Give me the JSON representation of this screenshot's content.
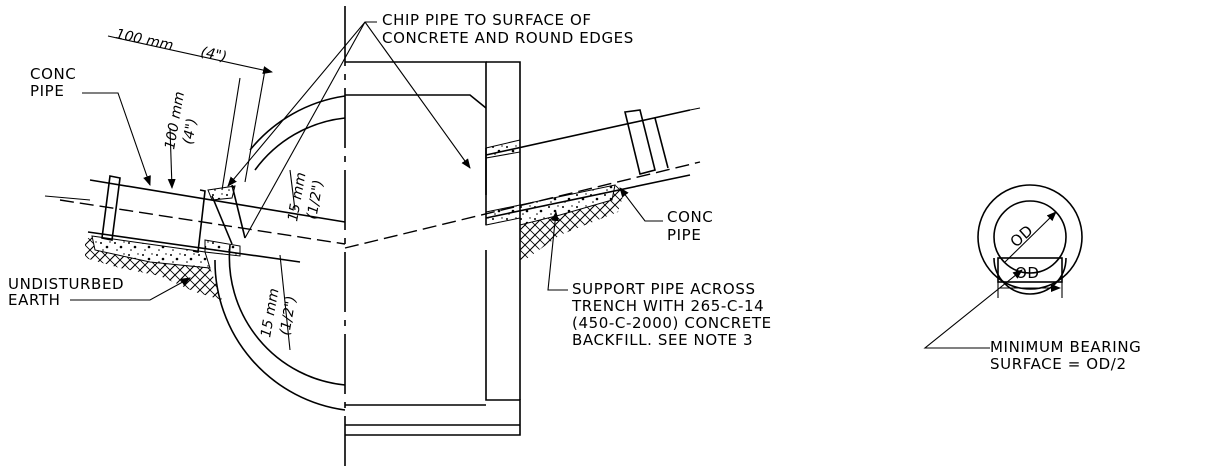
{
  "labels": {
    "chip_pipe_line1": "CHIP PIPE TO SURFACE OF",
    "chip_pipe_line2": "CONCRETE AND ROUND EDGES",
    "conc_pipe_left_line1": "CONC",
    "conc_pipe_left_line2": "PIPE",
    "conc_pipe_right_line1": "CONC",
    "conc_pipe_right_line2": "PIPE",
    "undisturbed_line1": "UNDISTURBED",
    "undisturbed_line2": "EARTH",
    "support_line1": "SUPPORT PIPE ACROSS",
    "support_line2": "TRENCH WITH 265-C-14",
    "support_line3": "(450-C-2000) CONCRETE",
    "support_line4": "BACKFILL.  SEE NOTE 3",
    "bearing_line1": "MINIMUM BEARING",
    "bearing_line2": "SURFACE = OD/2"
  },
  "dimensions": {
    "top_len_mm": "100 mm",
    "top_len_in": "(4\")",
    "vert_len_mm": "100 mm",
    "vert_len_in": "(4\")",
    "gap_upper_mm": "15 mm",
    "gap_upper_in": "(1/2\")",
    "gap_lower_mm": "15 mm",
    "gap_lower_in": "(1/2\")",
    "od_circle": "OD",
    "od_base": "OD"
  }
}
